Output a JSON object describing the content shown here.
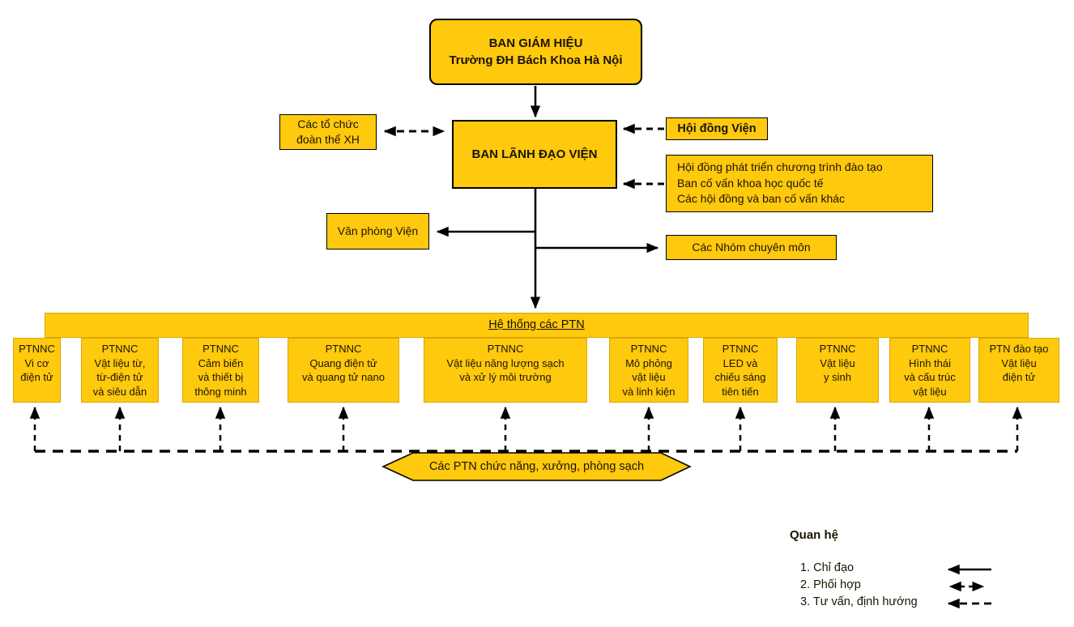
{
  "colors": {
    "box_fill": "#FFC90E",
    "box_border": "#000000",
    "line": "#000000"
  },
  "rector_box": "BAN GIÁM HIỆU\nTrường ĐH Bách Khoa Hà Nội",
  "leadership_box": "BAN LÃNH ĐẠO VIỆN",
  "social_orgs_box": "Các tổ chức\nđoàn thể XH",
  "institute_council_box": "Hội đồng Viện",
  "advisory_box": "Hội đồng phát triển chương trình đào tạo\nBan cố vấn khoa học quốc tế\nCác hội đồng và ban cố vấn khác",
  "office_box": "Văn phòng Viện",
  "groups_box": "Các Nhóm chuyên môn",
  "ptn_system_bar": "Hệ thống các PTN",
  "ptn_boxes": [
    "PTNNC\nVi cơ\nđiện tử",
    "PTNNC\nVật liệu từ,\ntừ-điện tử\nvà siêu dẫn",
    "PTNNC\nCảm biến\nvà thiết bị\nthông minh",
    "PTNNC\nQuang điện tử\nvà quang tử nano",
    "PTNNC\nVật liệu năng lượng sạch\nvà xử lý môi trường",
    "PTNNC\nMô phỏng\nvật liệu\nvà linh kiện",
    "PTNNC\nLED và\nchiếu sáng\ntiên tiến",
    "PTNNC\nVật liệu\ny sinh",
    "PTNNC\nHình thái\nvà cấu trúc\nvật liệu",
    "PTN đào tạo\nVật liệu\nđiện tử"
  ],
  "hexagon_label": "Các PTN chức năng, xưởng, phòng sạch",
  "legend": {
    "title": "Quan hệ",
    "items": [
      "1. Chỉ đạo",
      "2. Phối hợp",
      "3. Tư vấn, định hướng"
    ]
  }
}
